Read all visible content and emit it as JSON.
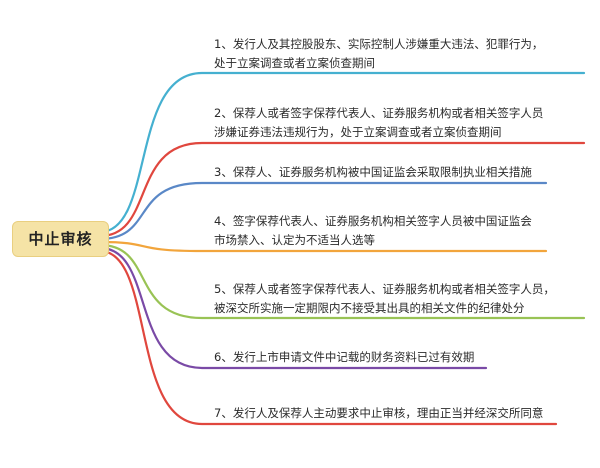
{
  "root": {
    "label": "中止审核"
  },
  "items": [
    {
      "lines": [
        "1、发行人及其控股股东、实际控制人涉嫌重大违法、犯罪行为，",
        "处于立案调查或者立案侦查期间"
      ],
      "color": "#45b0d0"
    },
    {
      "lines": [
        "2、保荐人或者签字保荐代表人、证券服务机构或者相关签字人员",
        "涉嫌证券违法违规行为，处于立案调查或者立案侦查期间"
      ],
      "color": "#e0473e"
    },
    {
      "lines": [
        "3、保荐人、证券服务机构被中国证监会采取限制执业相关措施"
      ],
      "color": "#5a88c7"
    },
    {
      "lines": [
        "4、签字保荐代表人、证券服务机构相关签字人员被中国证监会",
        "市场禁入、认定为不适当人选等"
      ],
      "color": "#f2a53c"
    },
    {
      "lines": [
        "5、保荐人或者签字保荐代表人、证券服务机构或者相关签字人员，",
        "被深交所实施一定期限内不接受其出具的相关文件的纪律处分"
      ],
      "color": "#99c355"
    },
    {
      "lines": [
        "6、发行上市申请文件中记载的财务资料已过有效期"
      ],
      "color": "#7a4aa6"
    },
    {
      "lines": [
        "7、发行人及保荐人主动要求中止审核，理由正当并经深交所同意"
      ],
      "color": "#e0473e"
    }
  ]
}
